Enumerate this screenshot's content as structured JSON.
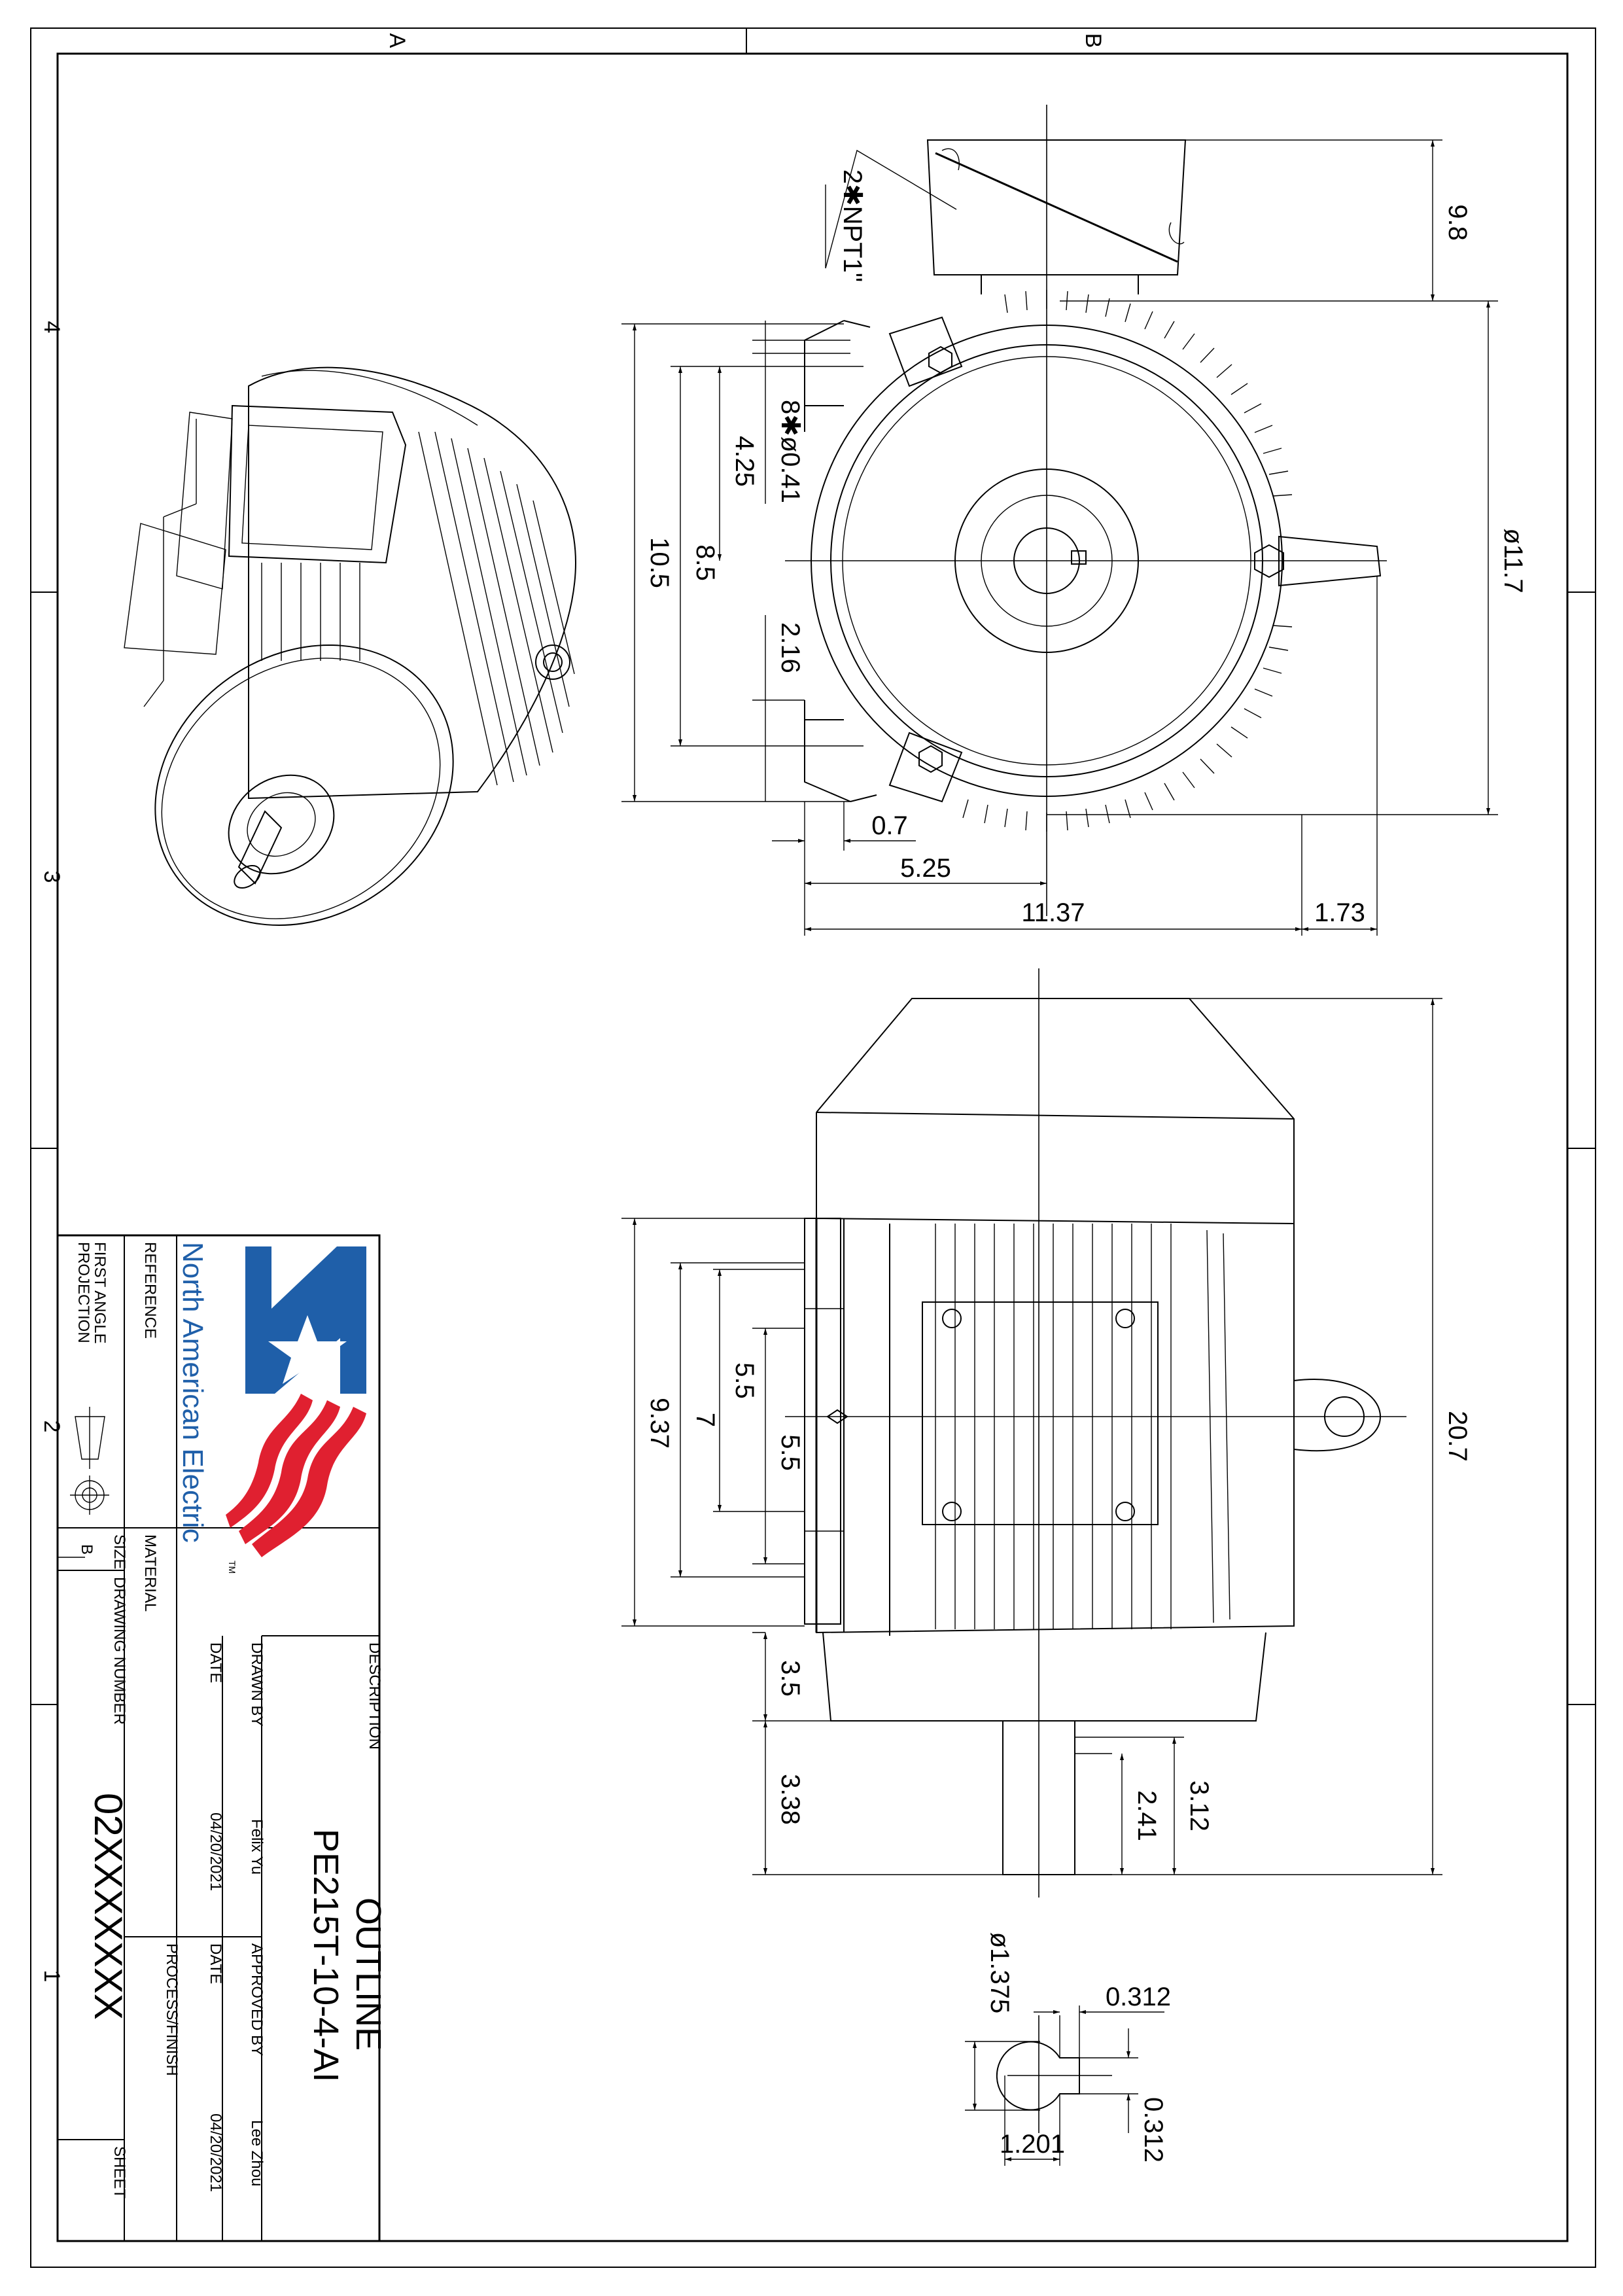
{
  "border": {
    "zones_top": [
      "A",
      "B"
    ],
    "zones_left": [
      "4",
      "3",
      "2",
      "1"
    ]
  },
  "front_view": {
    "dims": {
      "conduit": "2✱NPT1\"",
      "top_h": "9.8",
      "dia": "ø11.7",
      "h_10_5": "10.5",
      "h_8_5": "8.5",
      "h_4_25": "4.25",
      "holes": "8✱ø0.41",
      "h_2_16": "2.16",
      "w_0_7": "0.7",
      "w_5_25": "5.25",
      "w_11_37": "11.37",
      "w_1_73": "1.73"
    }
  },
  "side_view": {
    "dims": {
      "len_20_7": "20.7",
      "w_9_37": "9.37",
      "w_7": "7",
      "w_5_5a": "5.5",
      "w_5_5b": "5.5",
      "d_3_5": "3.5",
      "d_3_38": "3.38",
      "s_3_12": "3.12",
      "s_2_41": "2.41"
    }
  },
  "shaft_section": {
    "dims": {
      "dia": "ø1.375",
      "key_w": "0.312",
      "key_h": "0.312",
      "flat": "1.201"
    }
  },
  "title_block": {
    "company": "North American Electric",
    "tm": "TM",
    "description_label": "DESCRIPTION",
    "description_line1": "OUTLINE",
    "description_line2": "PE215T-10-4-AI",
    "drawn_by_label": "DRAWN BY",
    "drawn_by": "Felix Yu",
    "approved_by_label": "APPROVED BY",
    "approved_by": "Lee Zhou",
    "date_label_1": "DATE",
    "date_1": "04/20/2021",
    "date_label_2": "DATE",
    "date_2": "04/20/2021",
    "reference_label": "REFERENCE",
    "material_label": "MATERIAL",
    "process_label": "PROCESS/FINISH",
    "projection_label_1": "FIRST ANGLE",
    "projection_label_2": "PROJECTION",
    "size_label": "SIZE",
    "size": "B",
    "drawing_number_label": "DRAWING NUMBER",
    "drawing_number": "02XXXXXXX",
    "sheet_label": "SHEET"
  },
  "colors": {
    "logo_blue": "#1f5fa9",
    "logo_red": "#e02030",
    "line": "#000000"
  }
}
